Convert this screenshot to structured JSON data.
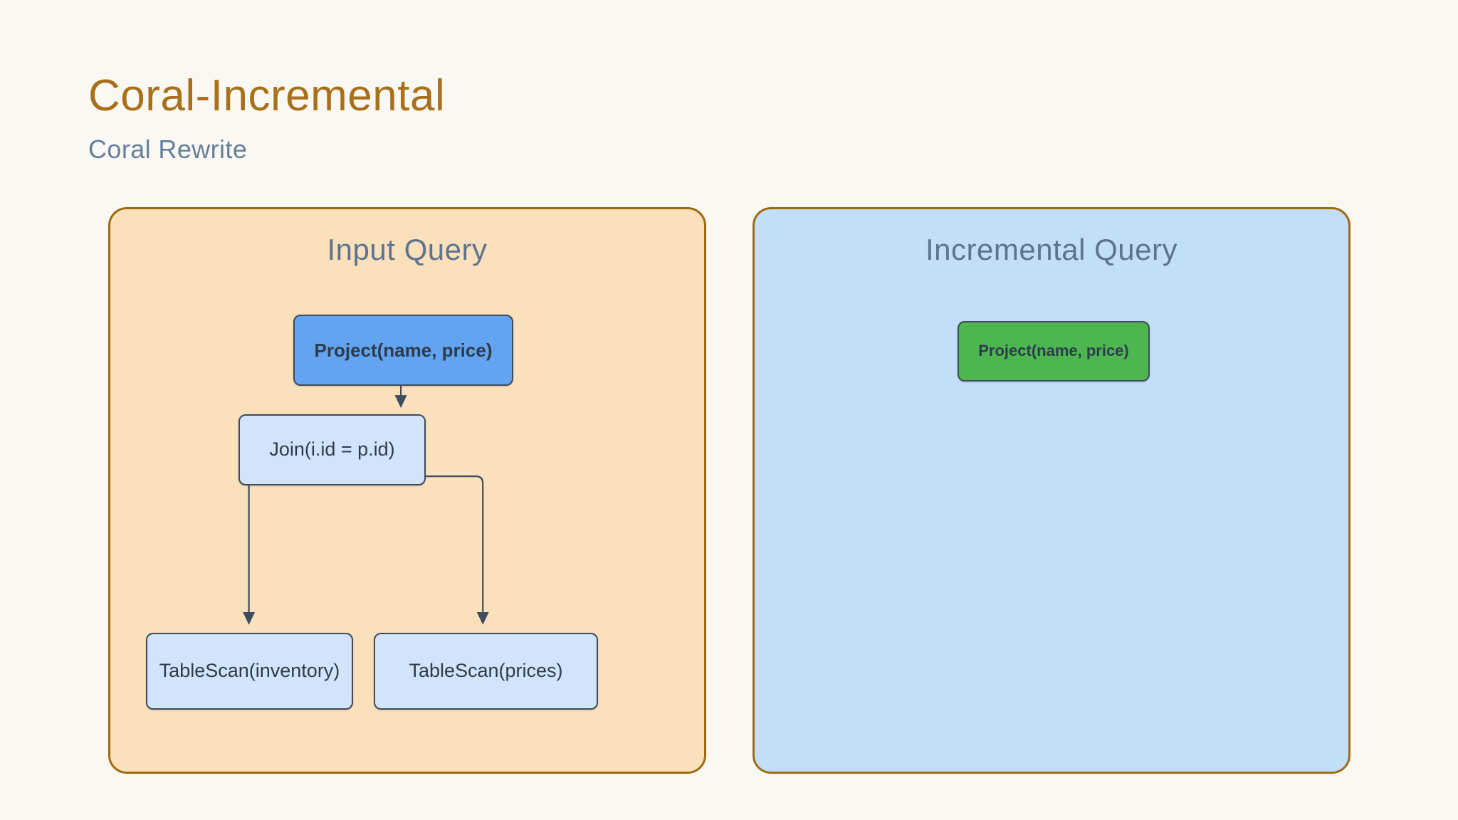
{
  "header": {
    "title": "Coral-Incremental",
    "subtitle": "Coral Rewrite",
    "title_color": "#A8701A",
    "subtitle_color": "#66809C"
  },
  "background_color": "#FAF8F3",
  "panels": [
    {
      "id": "input-query",
      "title": "Input Query",
      "fill": "#FAE0BB",
      "border": "#9E6B11",
      "nodes": [
        {
          "id": "project-input",
          "label": "Project(name, price)",
          "fill": "#63A4F0",
          "bold": true
        },
        {
          "id": "join",
          "label": "Join(i.id = p.id)",
          "fill": "#D2E4FB",
          "bold": false
        },
        {
          "id": "tablescan-inventory",
          "label": "TableScan(inventory)",
          "fill": "#D2E4FB",
          "bold": false
        },
        {
          "id": "tablescan-prices",
          "label": "TableScan(prices)",
          "fill": "#D2E4FB",
          "bold": false
        }
      ],
      "edges": [
        {
          "from": "project-input",
          "to": "join"
        },
        {
          "from": "join",
          "to": "tablescan-inventory"
        },
        {
          "from": "join",
          "to": "tablescan-prices"
        }
      ]
    },
    {
      "id": "incremental-query",
      "title": "Incremental Query",
      "fill": "#C3DEF7",
      "border": "#9E6B11",
      "nodes": [
        {
          "id": "project-incremental",
          "label": "Project(name, price)",
          "fill": "#4CB750",
          "bold": true
        }
      ],
      "edges": []
    }
  ],
  "edge_color": "#3E4C5E",
  "node_text_color": "#2E3B4B",
  "panel_title_color": "#5C7490"
}
